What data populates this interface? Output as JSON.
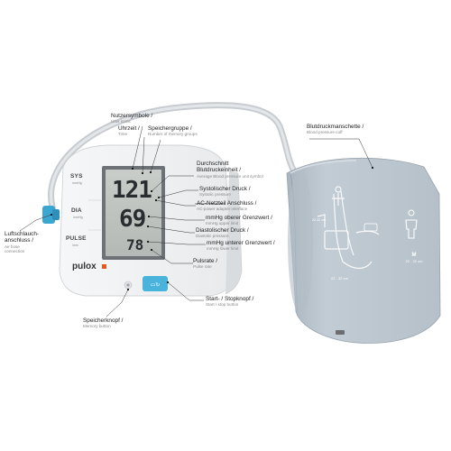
{
  "device": {
    "brand": "pulox",
    "side_labels": {
      "sys": "SYS",
      "sys_unit": "mmHg",
      "dia": "DIA",
      "dia_unit": "mmHg",
      "pulse": "PULSE",
      "pulse_unit": "/min"
    },
    "display": {
      "systolic": "121",
      "diastolic": "69",
      "pulse": "78"
    }
  },
  "cuff": {
    "size_label": "M",
    "size_range": "22 - 32 cm",
    "top_range": "22-32 cm",
    "wrap_range": "22 - 32 cm"
  },
  "callouts": {
    "user_symbol": {
      "de": "Nutzersymbole /",
      "en": "User icons"
    },
    "time": {
      "de": "Uhrzeit /",
      "en": "Time"
    },
    "memory_group": {
      "de": "Speichergruppe /",
      "en": "Number of memory groups"
    },
    "average": {
      "de": "Durchschnitt",
      "de2": "Blutdruckeinheit /",
      "en": "Average Blood pressure unit symbol"
    },
    "systolic": {
      "de": "Systolischer Druck /",
      "en": "Systolic pressure"
    },
    "ac_adapter": {
      "de": "AC-Netzteil Anschluss /",
      "en": "AC-power adapter interface"
    },
    "upper_limit": {
      "de": "mmHg oberer Grenzwert /",
      "en": "mmHg upper limit"
    },
    "diastolic": {
      "de": "Diastolischer Druck /",
      "en": "Diastolic pressure"
    },
    "lower_limit": {
      "de": "mmHg unterer Grenzwert /",
      "en": "mmHg lower limit"
    },
    "pulse_rate": {
      "de": "Pulsrate /",
      "en": "Pulse rate"
    },
    "start_stop": {
      "de": "Start- / Stopknopf /",
      "en": "Start / stop button"
    },
    "memory_button": {
      "de": "Speicherknopf /",
      "en": "Memory button"
    },
    "air_hose": {
      "de": "Luftschlauch-",
      "de2": "anschluss /",
      "en": "Air hose",
      "en2": "connection"
    },
    "cuff": {
      "de": "Blutdruckmanschette /",
      "en": "Blood pressure cuff"
    }
  }
}
